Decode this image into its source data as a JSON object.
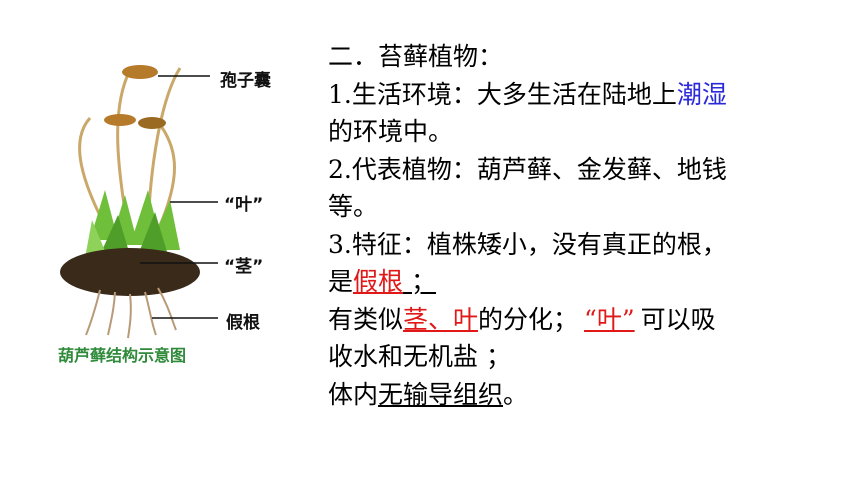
{
  "figure": {
    "labels": {
      "capsule": "孢子囊",
      "leaf": "“叶”",
      "stem": "“茎”",
      "rhizoid": "假根"
    },
    "caption": "葫芦藓结构示意图",
    "colors": {
      "capsule": "#b57a2a",
      "stalk": "#c9a86a",
      "leaf": "#6fbf3a",
      "soil": "#3a2a1a",
      "root": "#b89a78"
    }
  },
  "text": {
    "heading": "二．苔藓植物：",
    "env_prefix": "1.生活环境：大多生活在陆地上",
    "env_highlight": "潮湿",
    "env_suffix": "的环境中。",
    "rep_line1": "2.代表植物：葫芦藓、金发藓、地钱",
    "rep_line2": "等。",
    "feat_line1": "3.特征：植株矮小，没有真正的根，",
    "feat_pre": "是",
    "feat_root": "假根",
    "feat_root_tail": " ；",
    "stemleaf_pre": "有类似",
    "stemleaf": "茎、叶",
    "stemleaf_mid": "的分化；",
    "leaf_quote": "“叶”",
    "stemleaf_tail": "可以吸",
    "absorb": "收水和无机盐 ；",
    "body_pre": "体内",
    "body_u": "无输导组织",
    "body_end": "。"
  }
}
